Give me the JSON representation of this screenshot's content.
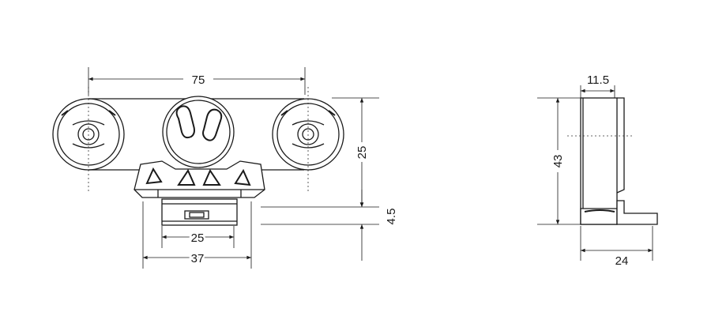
{
  "front_view": {
    "dimensions": {
      "overall_width": "75",
      "height": "25",
      "thickness": "4.5",
      "base_inner": "25",
      "base_outer": "37"
    }
  },
  "side_view": {
    "dimensions": {
      "top_width": "11.5",
      "height": "43",
      "bottom_width": "24"
    }
  },
  "colors": {
    "line": "#1a1a1a",
    "background": "#ffffff"
  }
}
